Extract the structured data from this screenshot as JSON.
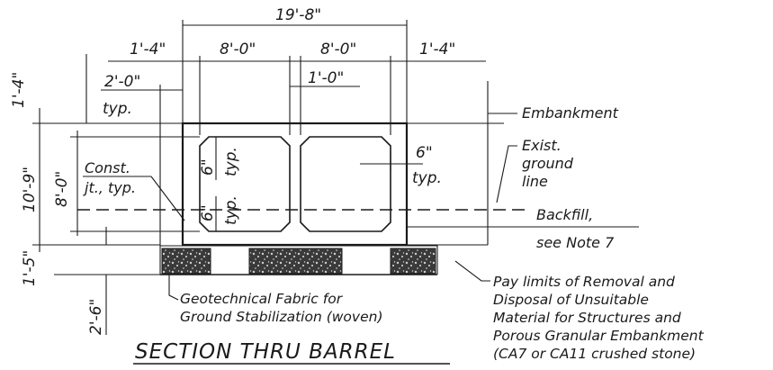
{
  "title": "SECTION THRU BARREL",
  "dimensions": {
    "overall_width": "19'-8\"",
    "left_overhang": "1'-4\"",
    "right_overhang": "1'-4\"",
    "cell_width_left": "8'-0\"",
    "cell_width_right": "8'-0\"",
    "center_wall": "1'-0\"",
    "top_clearance": "1'-4\"",
    "joint_spacing": "2'-0\"",
    "joint_spacing_typ": "typ.",
    "total_height": "10'-9\"",
    "cell_height": "8'-0\"",
    "fillet_top": "6\"",
    "fillet_top_typ": "typ.",
    "fillet_bottom": "6\"",
    "fillet_bottom_typ": "typ.",
    "wall_fillet": "6\"",
    "wall_fillet_typ": "typ.",
    "bottom_slab": "1'-5\"",
    "excavation_depth": "2'-6\""
  },
  "labels": {
    "const_joint_1": "Const.",
    "const_joint_2": "jt., typ.",
    "embankment": "Embankment",
    "exist_ground_1": "Exist.",
    "exist_ground_2": "ground",
    "exist_ground_3": "line",
    "backfill_1": "Backfill,",
    "backfill_2": "see Note 7",
    "geotech_1": "Geotechnical Fabric for",
    "geotech_2": "Ground Stabilization (woven)",
    "pay_limits_1": "Pay limits of Removal and",
    "pay_limits_2": "Disposal of Unsuitable",
    "pay_limits_3": "Material for Structures and",
    "pay_limits_4": "Porous Granular Embankment",
    "pay_limits_5": "(CA7 or CA11 crushed stone)"
  },
  "colors": {
    "ink": "#1a1a1a",
    "paper": "#ffffff"
  }
}
